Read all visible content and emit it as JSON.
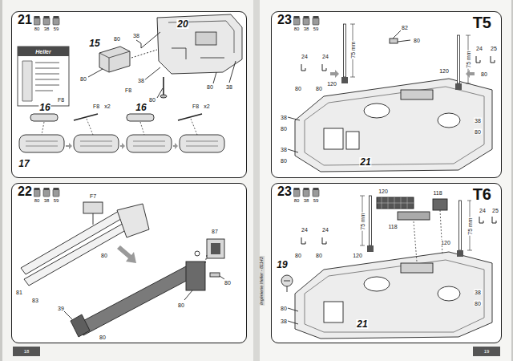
{
  "diagram": {
    "nodes": [
      {
        "text": [
          "21"
        ]
      },
      {
        "text": [
          "22"
        ]
      },
      {
        "text": [
          "23",
          "T5"
        ]
      },
      {
        "text": [
          "23",
          "T6"
        ]
      }
    ],
    "labels": [
      "80",
      "38",
      "59",
      "Heller",
      "F8",
      "15",
      "20",
      "38",
      "80",
      "80",
      "38",
      "F8",
      "80",
      "38",
      "80",
      "16",
      "17",
      "F8",
      "x2",
      "16",
      "F8",
      "x2",
      "80",
      "38",
      "59",
      "F7",
      "80",
      "81",
      "83",
      "87",
      "80",
      "80",
      "39",
      "80",
      "80",
      "38",
      "59",
      "24",
      "24",
      "80",
      "80",
      "75 mm",
      "120",
      "82",
      "80",
      "75 mm",
      "120",
      "24",
      "25",
      "80",
      "38",
      "80",
      "38",
      "80",
      "38",
      "80",
      "21",
      "80",
      "38",
      "59",
      "24",
      "24",
      "80",
      "80",
      "19",
      "120",
      "118",
      "118",
      "75 mm",
      "75 mm",
      "120",
      "120",
      "24",
      "25",
      "80",
      "38",
      "21",
      "38",
      "80",
      "Ingénierie Heller - 81143",
      "18",
      "19"
    ]
  }
}
